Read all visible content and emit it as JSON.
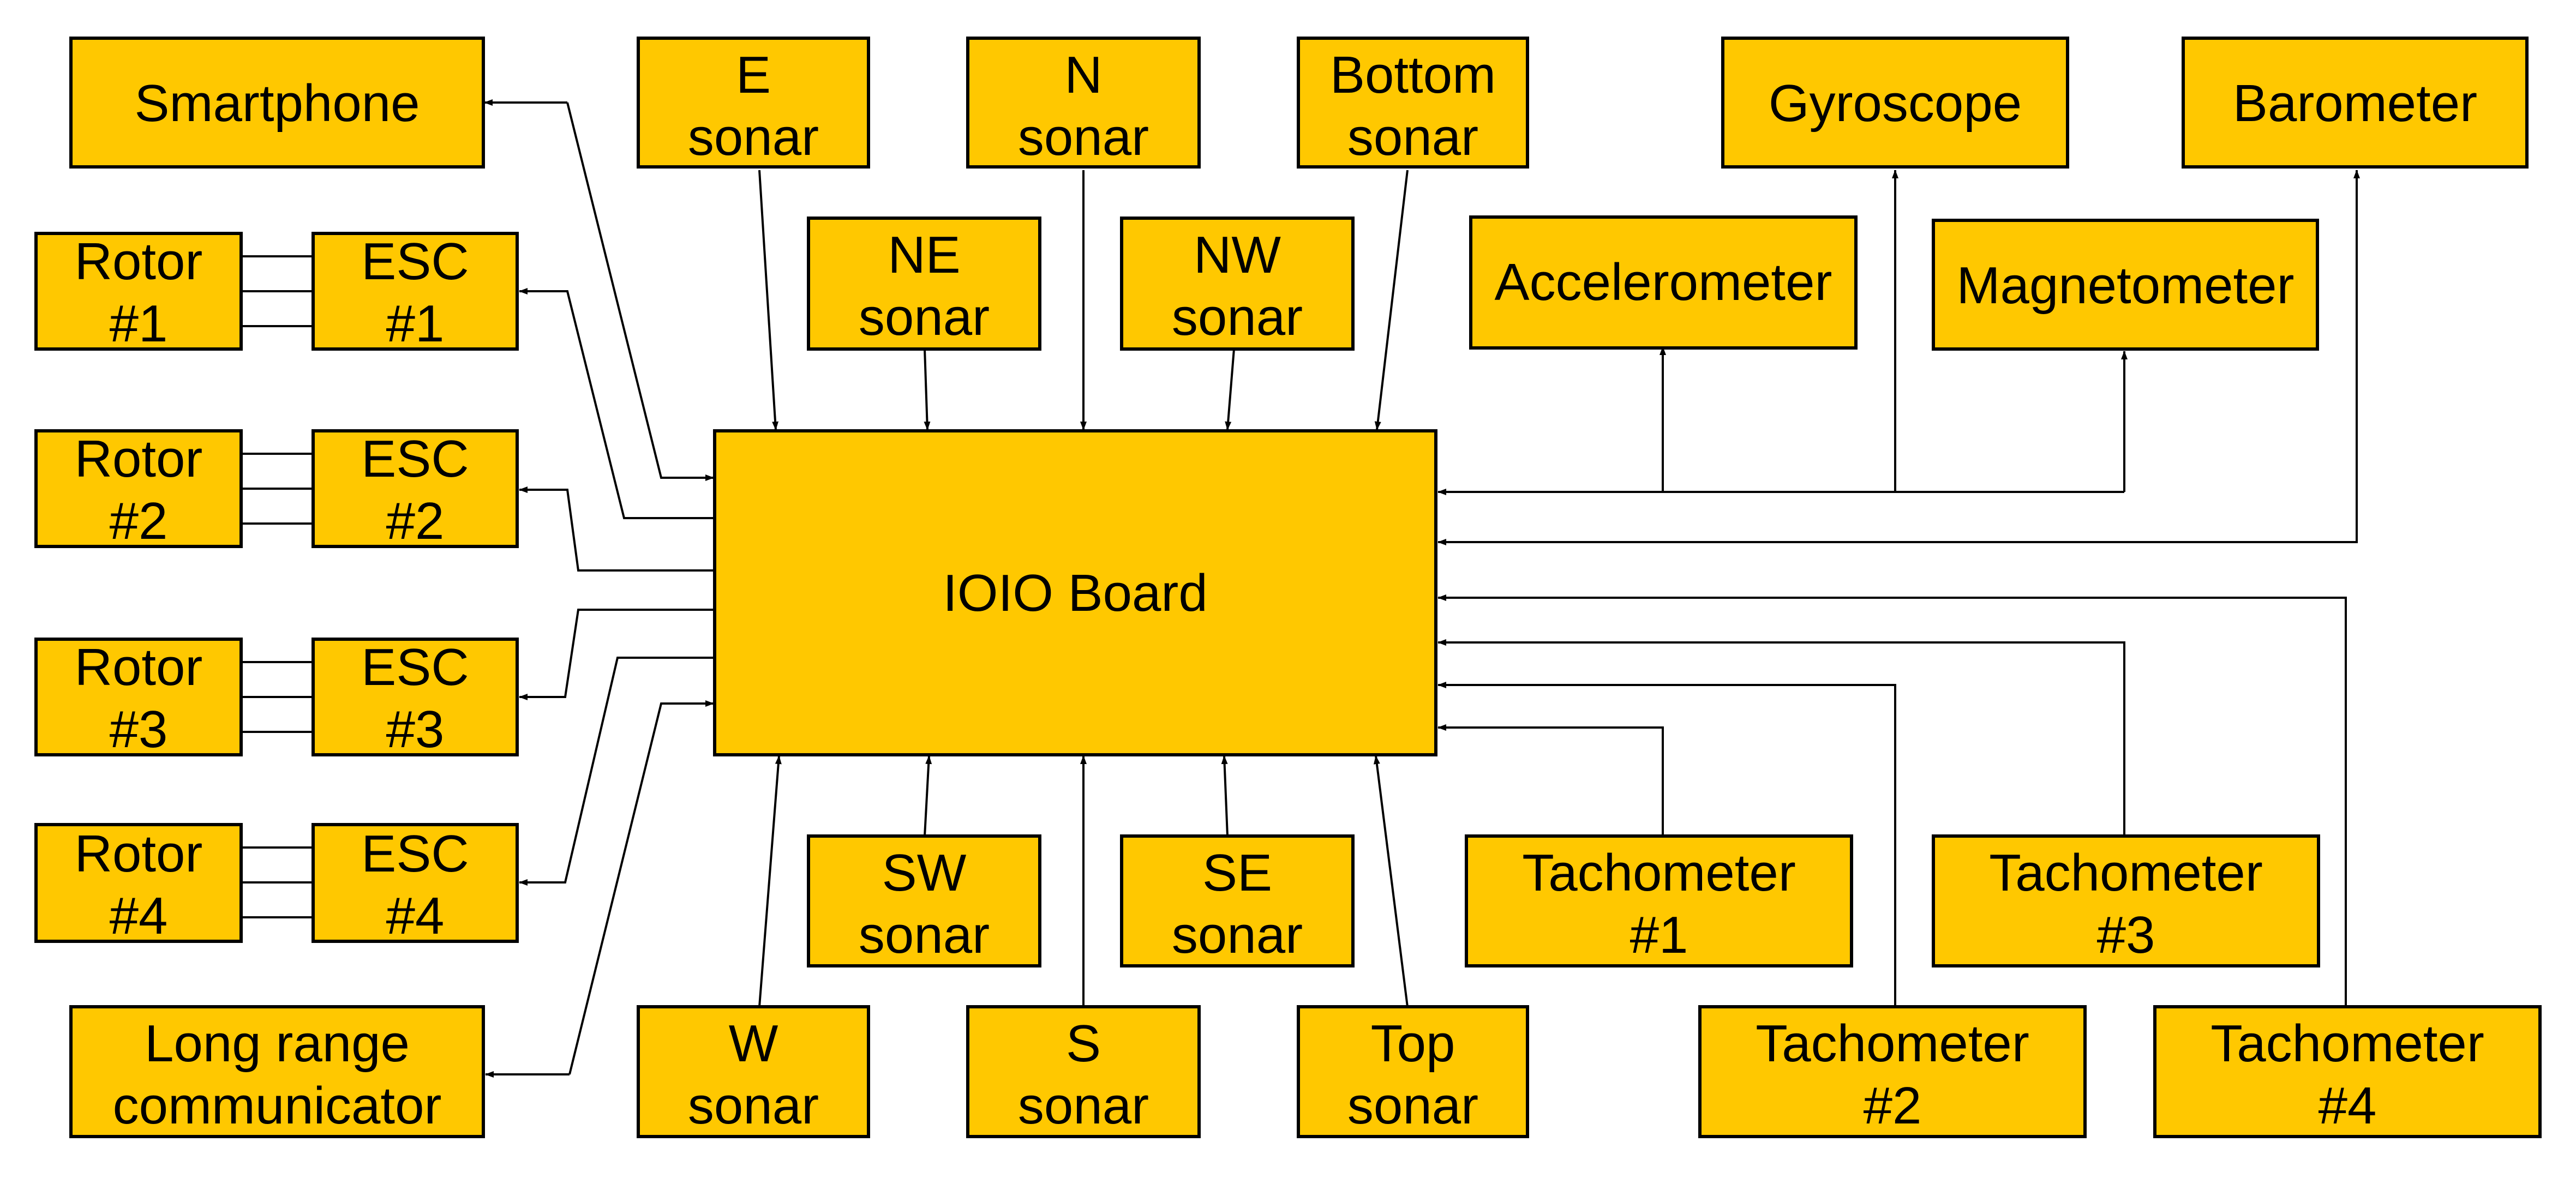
{
  "colors": {
    "box_fill": "#FFC800",
    "stroke": "#000000",
    "background": "#FFFFFF"
  },
  "nodes": {
    "smartphone": {
      "lines": [
        "Smartphone"
      ]
    },
    "e_sonar": {
      "lines": [
        "E",
        "sonar"
      ]
    },
    "n_sonar": {
      "lines": [
        "N",
        "sonar"
      ]
    },
    "bottom_sonar": {
      "lines": [
        "Bottom",
        "sonar"
      ]
    },
    "gyroscope": {
      "lines": [
        "Gyroscope"
      ]
    },
    "barometer": {
      "lines": [
        "Barometer"
      ]
    },
    "rotor1": {
      "lines": [
        "Rotor",
        "#1"
      ]
    },
    "esc1": {
      "lines": [
        "ESC",
        "#1"
      ]
    },
    "ne_sonar": {
      "lines": [
        "NE",
        "sonar"
      ]
    },
    "nw_sonar": {
      "lines": [
        "NW",
        "sonar"
      ]
    },
    "accelerometer": {
      "lines": [
        "Accelerometer"
      ]
    },
    "magnetometer": {
      "lines": [
        "Magnetometer"
      ]
    },
    "rotor2": {
      "lines": [
        "Rotor",
        "#2"
      ]
    },
    "esc2": {
      "lines": [
        "ESC",
        "#2"
      ]
    },
    "ioio": {
      "lines": [
        "IOIO Board"
      ]
    },
    "rotor3": {
      "lines": [
        "Rotor",
        "#3"
      ]
    },
    "esc3": {
      "lines": [
        "ESC",
        "#3"
      ]
    },
    "rotor4": {
      "lines": [
        "Rotor",
        "#4"
      ]
    },
    "esc4": {
      "lines": [
        "ESC",
        "#4"
      ]
    },
    "sw_sonar": {
      "lines": [
        "SW",
        "sonar"
      ]
    },
    "se_sonar": {
      "lines": [
        "SE",
        "sonar"
      ]
    },
    "tach1": {
      "lines": [
        "Tachometer",
        "#1"
      ]
    },
    "tach3": {
      "lines": [
        "Tachometer",
        "#3"
      ]
    },
    "long_range": {
      "lines": [
        "Long range",
        "communicator"
      ]
    },
    "w_sonar": {
      "lines": [
        "W",
        "sonar"
      ]
    },
    "s_sonar": {
      "lines": [
        "S",
        "sonar"
      ]
    },
    "top_sonar": {
      "lines": [
        "Top",
        "sonar"
      ]
    },
    "tach2": {
      "lines": [
        "Tachometer",
        "#2"
      ]
    },
    "tach4": {
      "lines": [
        "Tachometer",
        "#4"
      ]
    }
  }
}
